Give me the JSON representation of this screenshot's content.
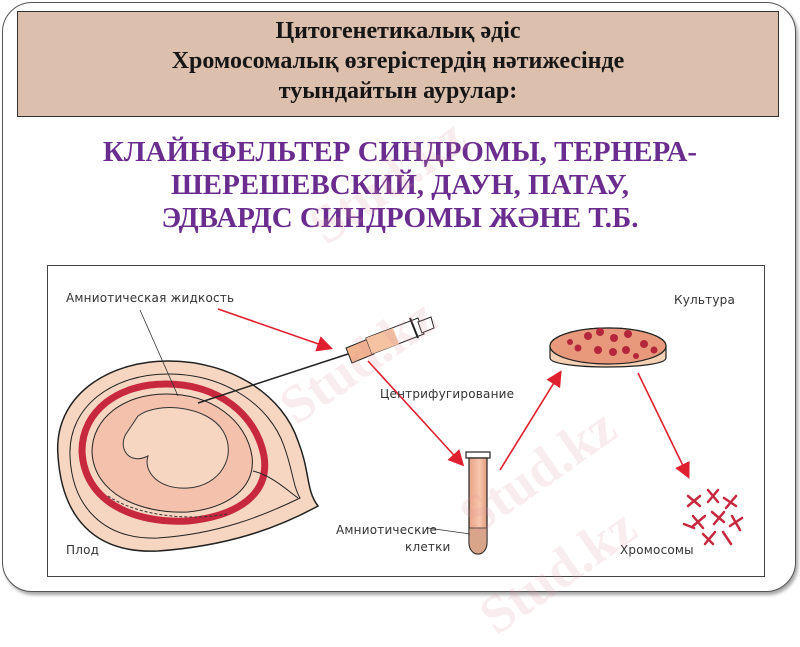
{
  "slide": {
    "title_lines": [
      "Цитогенетикалық әдіс",
      "Хромосомалық өзгерістердің нәтижесінде",
      "туындайтын аурулар:"
    ],
    "subtitle_lines": [
      "КЛАЙНФЕЛЬТЕР СИНДРОМЫ, ТЕРНЕРА-",
      "ШЕРЕШЕВСКИЙ, ДАУН, ПАТАУ,",
      "ЭДВАРДС СИНДРОМЫ ЖӘНЕ Т.Б."
    ],
    "colors": {
      "title_bg": "#dcbfac",
      "subtitle": "#6a2d8f",
      "arrow": "#e0202e",
      "tissue": "#f6d6c0",
      "uterus_wall": "#c8283e"
    }
  },
  "diagram": {
    "labels": {
      "amniotic_fluid": "Амниотическая жидкость",
      "culture": "Культура",
      "centrifugation": "Центрифугирование",
      "amniotic_cells_1": "Амниотические",
      "amniotic_cells_2": "клетки",
      "fetus": "Плод",
      "chromosomes": "Хромосомы"
    }
  },
  "watermark": {
    "text": "Stud.kz"
  }
}
